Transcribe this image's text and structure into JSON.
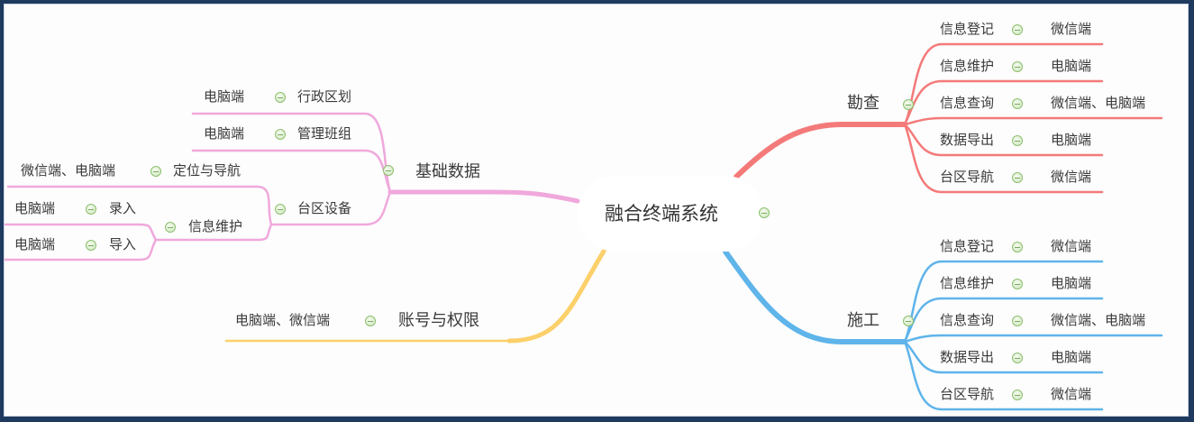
{
  "colors": {
    "kancha": "#f47a7a",
    "shigong": "#5fb4ea",
    "jichu": "#f0a8dc",
    "zhanghao": "#fcd06a",
    "frame": "#1f3a5f"
  },
  "root": {
    "label": "融合终端系统"
  },
  "kancha": {
    "label": "勘查",
    "children": [
      {
        "label": "信息登记",
        "platform": "微信端"
      },
      {
        "label": "信息维护",
        "platform": "电脑端"
      },
      {
        "label": "信息查询",
        "platform": "微信端、电脑端"
      },
      {
        "label": "数据导出",
        "platform": "电脑端"
      },
      {
        "label": "台区导航",
        "platform": "微信端"
      }
    ]
  },
  "shigong": {
    "label": "施工",
    "children": [
      {
        "label": "信息登记",
        "platform": "微信端"
      },
      {
        "label": "信息维护",
        "platform": "电脑端"
      },
      {
        "label": "信息查询",
        "platform": "微信端、电脑端"
      },
      {
        "label": "数据导出",
        "platform": "电脑端"
      },
      {
        "label": "台区导航",
        "platform": "微信端"
      }
    ]
  },
  "jichu": {
    "label": "基础数据",
    "children": [
      {
        "label": "行政区划",
        "platform": "电脑端"
      },
      {
        "label": "管理班组",
        "platform": "电脑端"
      },
      {
        "label": "台区设备",
        "children": [
          {
            "label": "定位与导航",
            "platform": "微信端、电脑端"
          },
          {
            "label": "信息维护",
            "children": [
              {
                "label": "录入",
                "platform": "电脑端"
              },
              {
                "label": "导入",
                "platform": "电脑端"
              }
            ]
          }
        ]
      }
    ]
  },
  "zhanghao": {
    "label": "账号与权限",
    "platform": "电脑端、微信端"
  }
}
